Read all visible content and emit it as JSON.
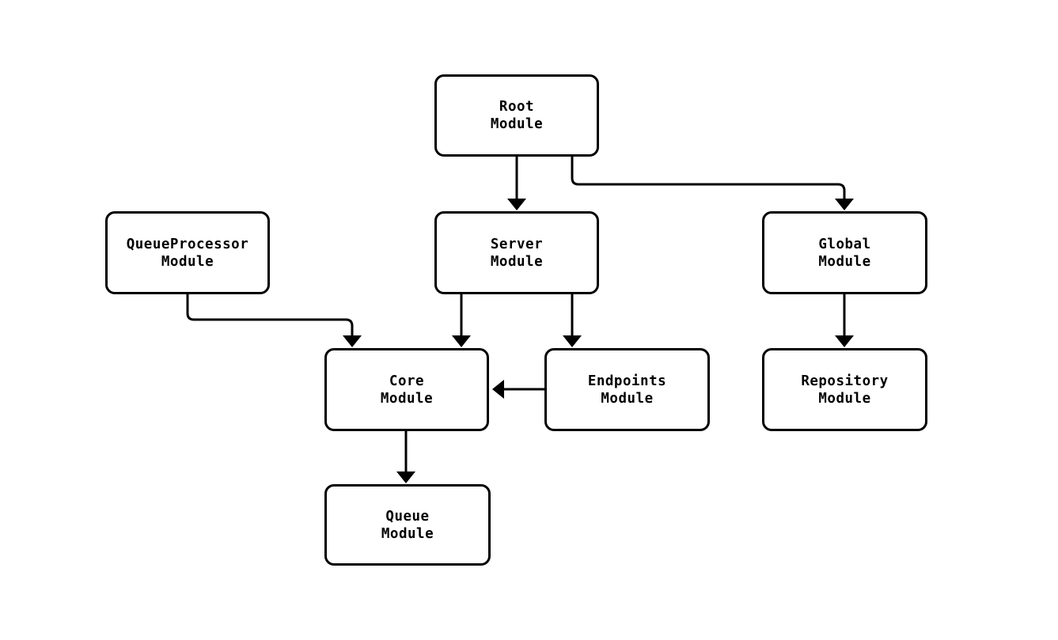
{
  "canvas": {
    "background_color": "#ffffff",
    "stroke_color": "#000000",
    "text_color": "#000000"
  },
  "diagram": {
    "type": "flowchart",
    "direction": "top-down",
    "nodes": {
      "root": {
        "label": "Root Module",
        "line1": "Root",
        "line2": "Module"
      },
      "queueprocessor": {
        "label": "QueueProcessor Module",
        "line1": "QueueProcessor",
        "line2": "Module"
      },
      "server": {
        "label": "Server Module",
        "line1": "Server",
        "line2": "Module"
      },
      "global": {
        "label": "Global Module",
        "line1": "Global",
        "line2": "Module"
      },
      "core": {
        "label": "Core Module",
        "line1": "Core",
        "line2": "Module"
      },
      "endpoints": {
        "label": "Endpoints Module",
        "line1": "Endpoints",
        "line2": "Module"
      },
      "repository": {
        "label": "Repository Module",
        "line1": "Repository",
        "line2": "Module"
      },
      "queue": {
        "label": "Queue Module",
        "line1": "Queue",
        "line2": "Module"
      }
    },
    "edges": [
      {
        "from": "Root Module",
        "to": "Server Module"
      },
      {
        "from": "Root Module",
        "to": "Global Module"
      },
      {
        "from": "QueueProcessor Module",
        "to": "Core Module"
      },
      {
        "from": "Server Module",
        "to": "Core Module"
      },
      {
        "from": "Server Module",
        "to": "Endpoints Module"
      },
      {
        "from": "Global Module",
        "to": "Repository Module"
      },
      {
        "from": "Endpoints Module",
        "to": "Core Module"
      },
      {
        "from": "Core Module",
        "to": "Queue Module"
      }
    ]
  }
}
